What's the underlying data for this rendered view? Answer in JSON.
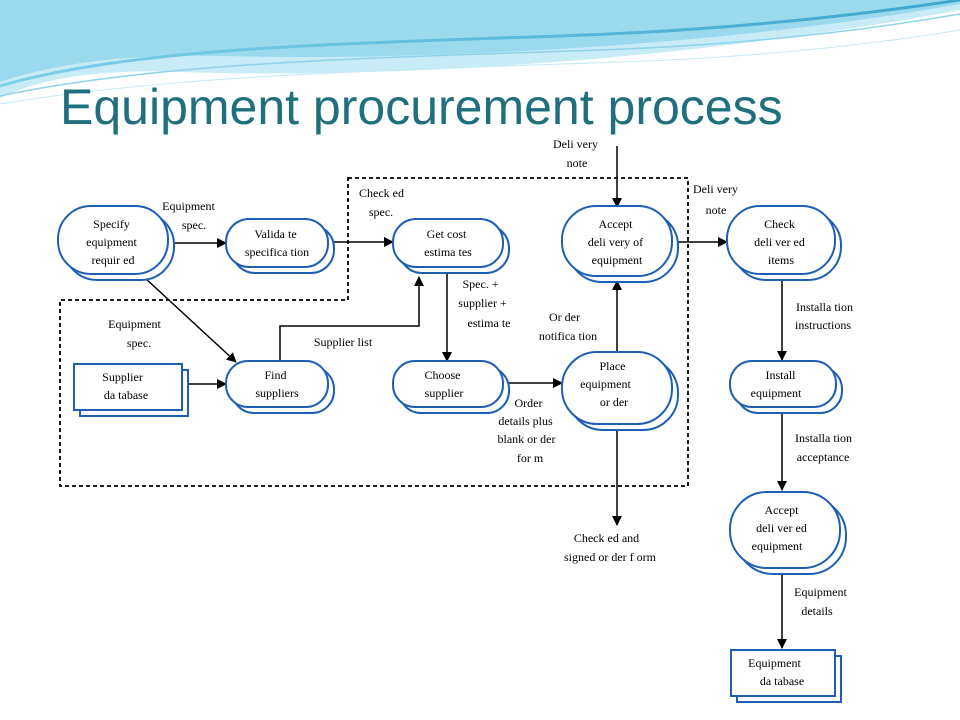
{
  "title": "Equipment procurement process",
  "colors": {
    "title": "#1f6f7e",
    "node_fill": "#ffffff",
    "node_stroke": "#1e5fb4",
    "boundary": "#000000",
    "swoosh": "#6cc3e0"
  },
  "processes": [
    {
      "id": "specify",
      "lines": [
        "Specify",
        "equipment",
        "requir ed"
      ]
    },
    {
      "id": "validate",
      "lines": [
        "Valida te",
        "specifica tion"
      ]
    },
    {
      "id": "get-cost",
      "lines": [
        "Get cost",
        "estima tes"
      ]
    },
    {
      "id": "accept-delivery",
      "lines": [
        "Accept",
        "deli very of",
        "equipment"
      ]
    },
    {
      "id": "check-items",
      "lines": [
        "Check",
        "deli ver ed",
        "items"
      ]
    },
    {
      "id": "find-suppliers",
      "lines": [
        "Find",
        "suppliers"
      ]
    },
    {
      "id": "choose-supplier",
      "lines": [
        "Choose",
        "supplier"
      ]
    },
    {
      "id": "place-order",
      "lines": [
        "Place",
        "equipment",
        "or der"
      ]
    },
    {
      "id": "install",
      "lines": [
        "Install",
        "equipment"
      ]
    },
    {
      "id": "accept-equipment",
      "lines": [
        "Accept",
        "deli ver ed",
        "equipment"
      ]
    }
  ],
  "stores": [
    {
      "id": "supplier-db",
      "lines": [
        "Supplier",
        "da tabase"
      ]
    },
    {
      "id": "equipment-db",
      "lines": [
        "Equipment",
        "da tabase"
      ]
    }
  ],
  "flow_labels": [
    {
      "id": "equipment-spec-top",
      "lines": [
        "Equipment",
        "spec."
      ]
    },
    {
      "id": "checked-spec",
      "lines": [
        "Check ed",
        "spec."
      ]
    },
    {
      "id": "delivery-note-top",
      "lines": [
        "Deli very",
        "note"
      ]
    },
    {
      "id": "delivery-note-right",
      "lines": [
        "Deli very",
        "note"
      ]
    },
    {
      "id": "equipment-spec-left",
      "lines": [
        "Equipment",
        "spec."
      ]
    },
    {
      "id": "supplier-list",
      "lines": [
        "Supplier list"
      ]
    },
    {
      "id": "spec-supplier-estimate",
      "lines": [
        "Spec. +",
        "supplier +",
        "estima te"
      ]
    },
    {
      "id": "order-notification",
      "lines": [
        "Or der",
        "notifica tion"
      ]
    },
    {
      "id": "order-details",
      "lines": [
        "Order",
        "details plus",
        "blank or der",
        "for m"
      ]
    },
    {
      "id": "checked-signed-form",
      "lines": [
        "Check ed and",
        "signed or der f orm"
      ]
    },
    {
      "id": "installation-instructions",
      "lines": [
        "Installa tion",
        "instructions"
      ]
    },
    {
      "id": "installation-acceptance",
      "lines": [
        "Installa tion",
        "acceptance"
      ]
    },
    {
      "id": "equipment-details",
      "lines": [
        "Equipment",
        "details"
      ]
    }
  ]
}
